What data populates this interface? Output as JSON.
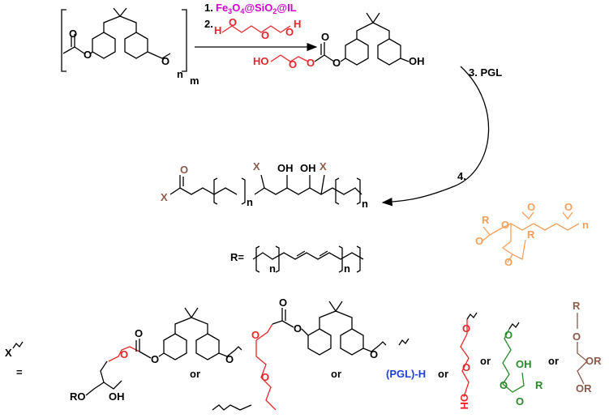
{
  "step1": {
    "num": "1.",
    "reagent": "Fe3O4@SiO2@IL"
  },
  "step2": {
    "num": "2.",
    "h_left": "H",
    "h_right": "H"
  },
  "step3": {
    "label": "3. PGL"
  },
  "step4": {
    "label": "4."
  },
  "polymer": {
    "n": "n",
    "m": "m"
  },
  "product1": {
    "oh": "OH",
    "ho": "HO"
  },
  "polyol": {
    "x_left": "X",
    "x_mid": "X",
    "x_right": "X",
    "oh1": "OH",
    "oh2": "OH",
    "n1": "n",
    "n2": "n"
  },
  "epoxide": {
    "r1": "R",
    "r2": "R",
    "n": "n"
  },
  "r_def": {
    "label": "R=",
    "n1": "n",
    "n2": "n"
  },
  "x_def": {
    "label": "X",
    "eq": "=",
    "ro": "RO",
    "oh": "OH",
    "or": "or",
    "pgl": "(PGL)-H",
    "oh_g": "OH",
    "r_g": "R",
    "or_b1": "OR",
    "or_b2": "OR"
  },
  "colors": {
    "magenta": "#d400d4",
    "red": "#e8262a",
    "green": "#2a8a2a",
    "brown": "#8b5a4a",
    "orange": "#f5a05a",
    "blue": "#1f3fd4"
  }
}
